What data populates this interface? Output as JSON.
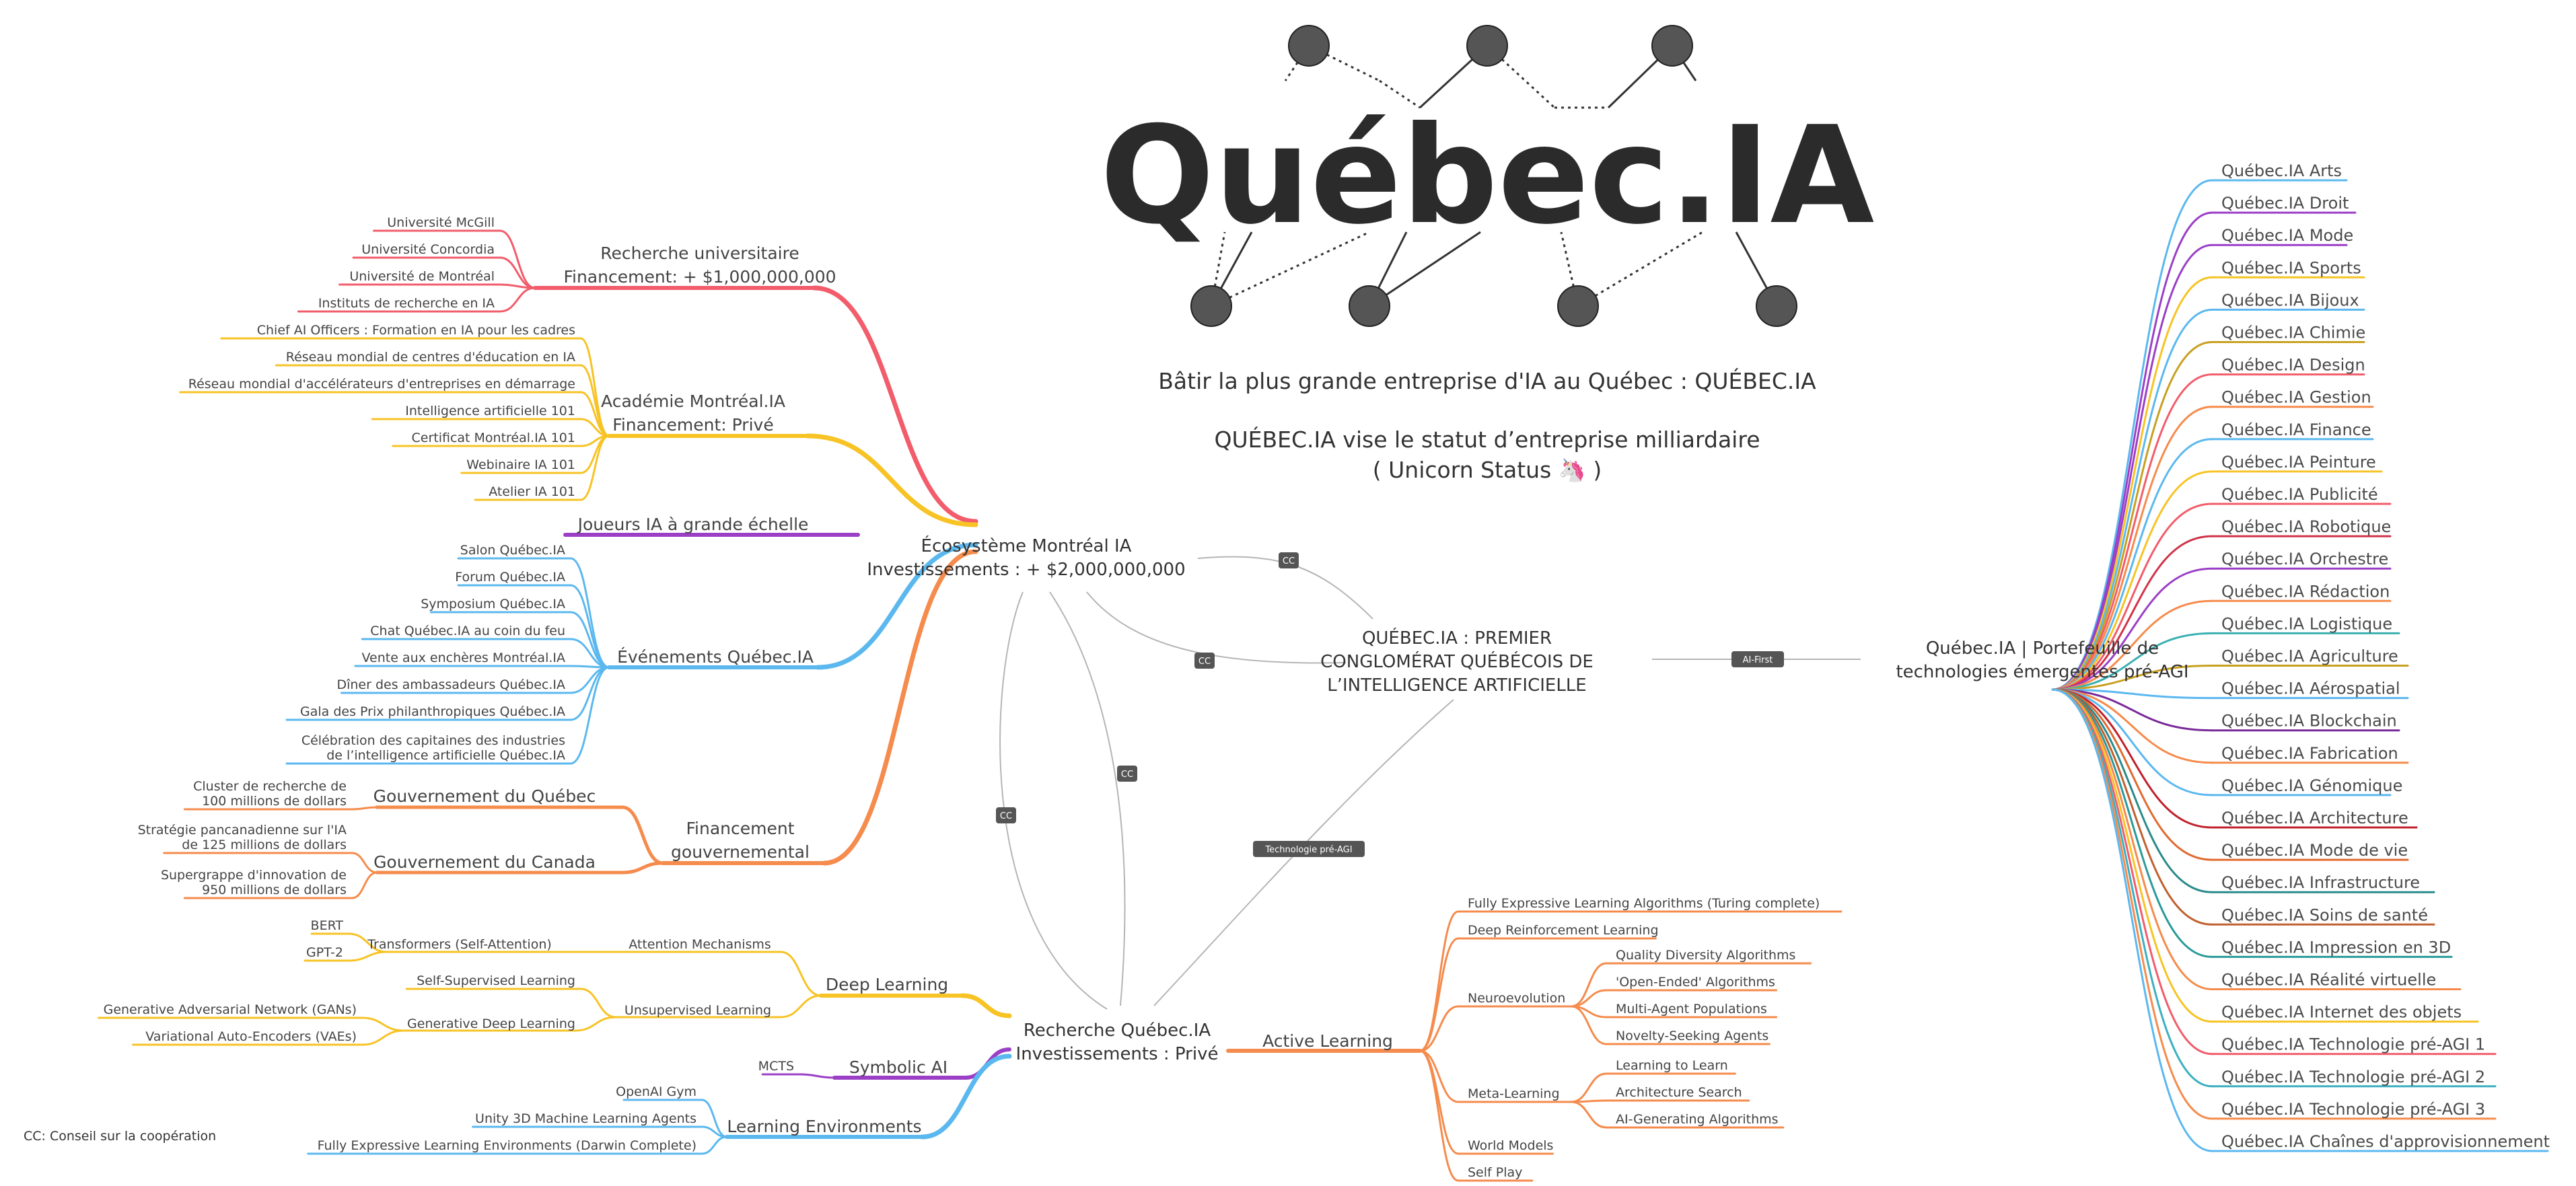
{
  "header": {
    "logo_text": "Québec.IA",
    "subtitle": "Bâtir la plus grande entreprise d'IA au Québec : QUÉBEC.IA",
    "goal_line1": "QUÉBEC.IA vise le statut d’entreprise milliardaire",
    "goal_line2": "( Unicorn Status 🦄 )"
  },
  "legend_note": "CC: Conseil sur la coopération",
  "colors": {
    "red": "#f25c6b",
    "yellow": "#f7c325",
    "purple": "#9b3fc7",
    "blue": "#5bb8ef",
    "orange": "#f58b4c",
    "link_gray": "#b5b5b5",
    "badge_bg": "#555555"
  },
  "central_topics": {
    "ecosystem": [
      "Écosystème Montréal IA",
      "Investissements : + $2,000,000,000"
    ],
    "conglomerate": [
      "QUÉBEC.IA : PREMIER",
      "CONGLOMÉRAT QUÉBÉCOIS DE",
      "L’INTELLIGENCE ARTIFICIELLE"
    ],
    "portfolio": [
      "Québec.IA | Portefeuille de",
      "technologies émergentes pré-AGI"
    ],
    "research": [
      "Recherche Québec.IA",
      "Investissements : Privé"
    ]
  },
  "relation_labels": {
    "cc_top": "CC",
    "cc_mid": "CC",
    "cc_down": "CC",
    "cc_left": "CC",
    "ai_first": "AI-First",
    "tech_pre_agi": "Technologie pré-AGI"
  },
  "left_branches": {
    "recherche_universitaire": {
      "title": [
        "Recherche universitaire",
        "Financement: + $1,000,000,000"
      ],
      "items": [
        "Université McGill",
        "Université Concordia",
        "Université de Montréal",
        "Instituts de recherche en IA"
      ]
    },
    "academie": {
      "title": [
        "Académie Montréal.IA",
        "Financement: Privé"
      ],
      "items": [
        "Chief AI Officers : Formation en IA pour les cadres",
        "Réseau mondial de centres d'éducation en IA",
        "Réseau mondial d'accélérateurs d'entreprises en démarrage",
        "Intelligence artificielle 101",
        "Certificat Montréal.IA 101",
        "Webinaire IA 101",
        "Atelier IA 101"
      ]
    },
    "joueurs": {
      "title": "Joueurs IA à grande échelle"
    },
    "evenements": {
      "title": "Événements Québec.IA",
      "items": [
        "Salon Québec.IA",
        "Forum Québec.IA",
        "Symposium Québec.IA",
        "Chat Québec.IA au coin du feu",
        "Vente aux enchères Montréal.IA",
        "Dîner des ambassadeurs Québec.IA",
        "Gala des Prix philanthropiques Québec.IA",
        "Célébration des capitaines des industries",
        "de l’intelligence artificielle Québec.IA"
      ]
    },
    "financement": {
      "title": [
        "Financement",
        "gouvernemental"
      ],
      "quebec": "Gouvernement du Québec",
      "quebec_item": [
        "Cluster de recherche de",
        "100 millions de dollars"
      ],
      "canada": "Gouvernement du Canada",
      "canada_items": [
        "Stratégie pancanadienne sur l'IA",
        "de 125 millions de dollars",
        "Supergrappe d'innovation de",
        "950 millions de dollars"
      ]
    }
  },
  "research_branches": {
    "deep_learning": {
      "title": "Deep Learning",
      "attention": "Attention Mechanisms",
      "transformers": "Transformers (Self-Attention)",
      "bert": "BERT",
      "gpt2": "GPT-2",
      "unsupervised": "Unsupervised Learning",
      "self_supervised": "Self-Supervised Learning",
      "generative": "Generative Deep Learning",
      "gans": "Generative Adversarial Network (GANs)",
      "vaes": "Variational Auto-Encoders (VAEs)"
    },
    "symbolic": {
      "title": "Symbolic AI",
      "item": "MCTS"
    },
    "environments": {
      "title": "Learning Environments",
      "items": [
        "OpenAI Gym",
        "Unity 3D Machine Learning Agents",
        "Fully Expressive Learning Environments (Darwin Complete)"
      ]
    },
    "active": {
      "title": "Active Learning",
      "fela": "Fully Expressive Learning Algorithms (Turing complete)",
      "drl": "Deep Reinforcement Learning",
      "neuro": "Neuroevolution",
      "neuro_items": [
        "Quality Diversity Algorithms",
        "'Open-Ended' Algorithms",
        "Multi-Agent Populations",
        "Novelty-Seeking Agents"
      ],
      "meta": "Meta-Learning",
      "meta_items": [
        "Learning to Learn",
        "Architecture Search",
        "AI-Generating Algorithms"
      ],
      "world": "World Models",
      "self_play": "Self Play"
    }
  },
  "portfolio_items": [
    "Québec.IA Arts",
    "Québec.IA Droit",
    "Québec.IA Mode",
    "Québec.IA Sports",
    "Québec.IA Bijoux",
    "Québec.IA Chimie",
    "Québec.IA Design",
    "Québec.IA Gestion",
    "Québec.IA Finance",
    "Québec.IA Peinture",
    "Québec.IA Publicité",
    "Québec.IA Robotique",
    "Québec.IA Orchestre",
    "Québec.IA Rédaction",
    "Québec.IA Logistique",
    "Québec.IA Agriculture",
    "Québec.IA Aérospatial",
    "Québec.IA Blockchain",
    "Québec.IA Fabrication",
    "Québec.IA Génomique",
    "Québec.IA Architecture",
    "Québec.IA Mode de vie",
    "Québec.IA Infrastructure",
    "Québec.IA Soins de santé",
    "Québec.IA Impression en 3D",
    "Québec.IA Réalité virtuelle",
    "Québec.IA Internet des objets",
    "Québec.IA Technologie pré-AGI 1",
    "Québec.IA Technologie pré-AGI 2",
    "Québec.IA Technologie pré-AGI 3",
    "Québec.IA Chaînes d'approvisionnement"
  ],
  "portfolio_colors": [
    "#5bb8ef",
    "#9b3fc7",
    "#9b3fc7",
    "#f7c325",
    "#5bb8ef",
    "#c8a020",
    "#f25c6b",
    "#f58b4c",
    "#5bb8ef",
    "#f7c325",
    "#f25c6b",
    "#d0344a",
    "#9b3fc7",
    "#f58b4c",
    "#3ab0b0",
    "#c8a020",
    "#5bb8ef",
    "#7a2a9a",
    "#f58b4c",
    "#5bb8ef",
    "#c0202a",
    "#e06a30",
    "#2a8a8a",
    "#c06030",
    "#2a9a9a",
    "#f58b4c",
    "#f7c325",
    "#f25c6b",
    "#3ab0c0",
    "#f58b4c",
    "#5bb8ef"
  ]
}
